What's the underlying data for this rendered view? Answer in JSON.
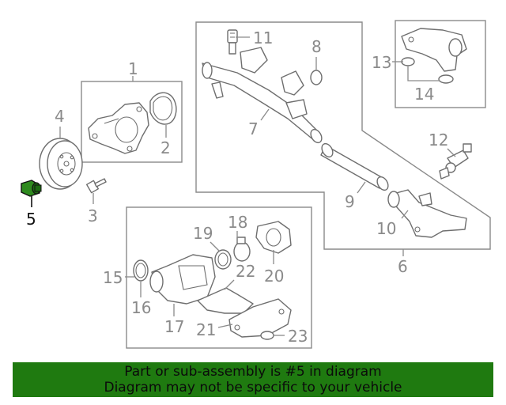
{
  "callouts": [
    {
      "id": "1",
      "label": "1"
    },
    {
      "id": "2",
      "label": "2"
    },
    {
      "id": "3",
      "label": "3"
    },
    {
      "id": "4",
      "label": "4"
    },
    {
      "id": "5",
      "label": "5"
    },
    {
      "id": "6",
      "label": "6"
    },
    {
      "id": "7",
      "label": "7"
    },
    {
      "id": "8",
      "label": "8"
    },
    {
      "id": "9",
      "label": "9"
    },
    {
      "id": "10",
      "label": "10"
    },
    {
      "id": "11",
      "label": "11"
    },
    {
      "id": "12",
      "label": "12"
    },
    {
      "id": "13",
      "label": "13"
    },
    {
      "id": "14",
      "label": "14"
    },
    {
      "id": "15",
      "label": "15"
    },
    {
      "id": "16",
      "label": "16"
    },
    {
      "id": "17",
      "label": "17"
    },
    {
      "id": "18",
      "label": "18"
    },
    {
      "id": "19",
      "label": "19"
    },
    {
      "id": "20",
      "label": "20"
    },
    {
      "id": "21",
      "label": "21"
    },
    {
      "id": "22",
      "label": "22"
    },
    {
      "id": "23",
      "label": "23"
    }
  ],
  "highlighted_part": "5",
  "colors": {
    "banner": "#1f7a10",
    "highlight_part": "#2e8a1e",
    "line": "#8a8a8a"
  },
  "banner": {
    "line1": "Part or sub-assembly is #5 in diagram",
    "line2": "Diagram may not be specific to your vehicle"
  }
}
